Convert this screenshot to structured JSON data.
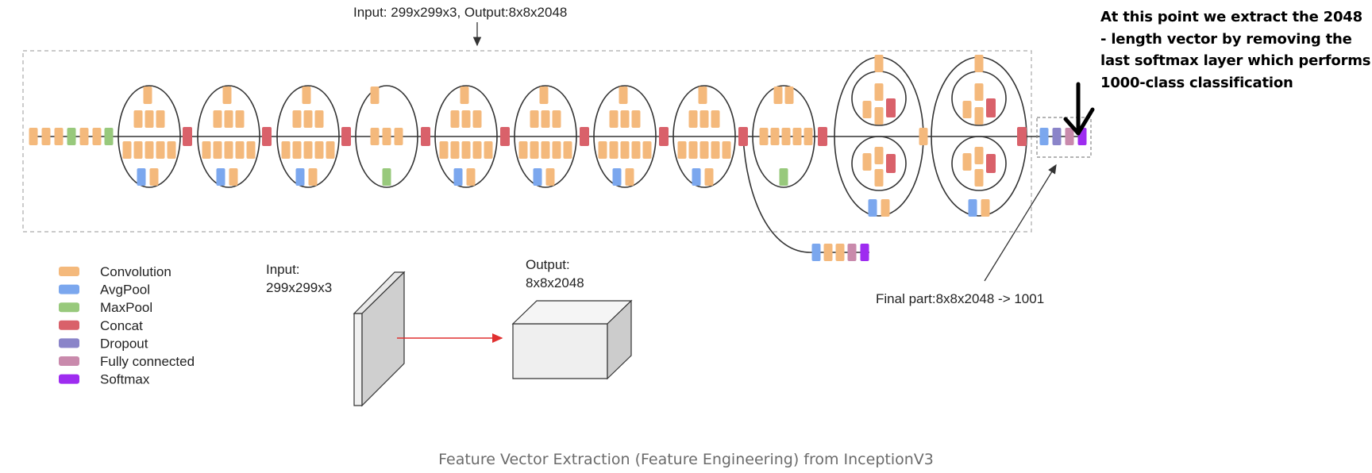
{
  "diagram": {
    "top_label": "Input: 299x299x3, Output:8x8x2048",
    "final_part_label": "Final part:8x8x2048 -> 1001",
    "input_label": [
      "Input:",
      "299x299x3"
    ],
    "output_label": [
      "Output:",
      "8x8x2048"
    ],
    "annotation": "At this point we extract the 2048 - length vector by removing the last softmax layer which performs 1000-class classification",
    "caption": "Feature Vector Extraction (Feature Engineering) from InceptionV3"
  },
  "legend": [
    {
      "label": "Convolution",
      "color": "#f4b97c"
    },
    {
      "label": "AvgPool",
      "color": "#7ba7ee"
    },
    {
      "label": "MaxPool",
      "color": "#98c97c"
    },
    {
      "label": "Concat",
      "color": "#d9616a"
    },
    {
      "label": "Dropout",
      "color": "#8a84c9"
    },
    {
      "label": "Fully connected",
      "color": "#c98aac"
    },
    {
      "label": "Softmax",
      "color": "#9e2cf0"
    }
  ],
  "colors": {
    "conv": "#f4b97c",
    "avg": "#7ba7ee",
    "max": "#98c97c",
    "concat": "#d9616a",
    "drop": "#8a84c9",
    "fc": "#c98aac",
    "soft": "#9e2cf0"
  }
}
